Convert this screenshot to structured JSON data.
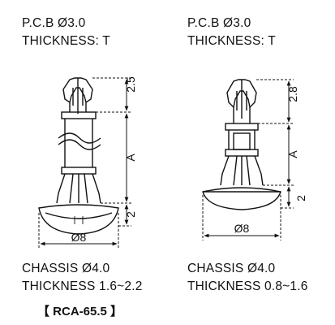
{
  "left": {
    "pcb_line": "P.C.B  Ø3.0",
    "pcb_thickness": "THICKNESS: T",
    "dim_top": "2.5",
    "dim_mid": "A",
    "dim_bottom": "2",
    "dim_width": "Ø8",
    "chassis_line": "CHASSIS  Ø4.0",
    "chassis_thickness": "THICKNESS  1.6~2.2"
  },
  "right": {
    "pcb_line": "P.C.B  Ø3.0",
    "pcb_thickness": "THICKNESS: T",
    "dim_top": "2.8",
    "dim_mid": "A",
    "dim_bottom": "2",
    "dim_width": "Ø8",
    "chassis_line": "CHASSIS  Ø4.0",
    "chassis_thickness": "THICKNESS  0.8~1.6"
  },
  "model_label": "【 RCA-65.5 】"
}
